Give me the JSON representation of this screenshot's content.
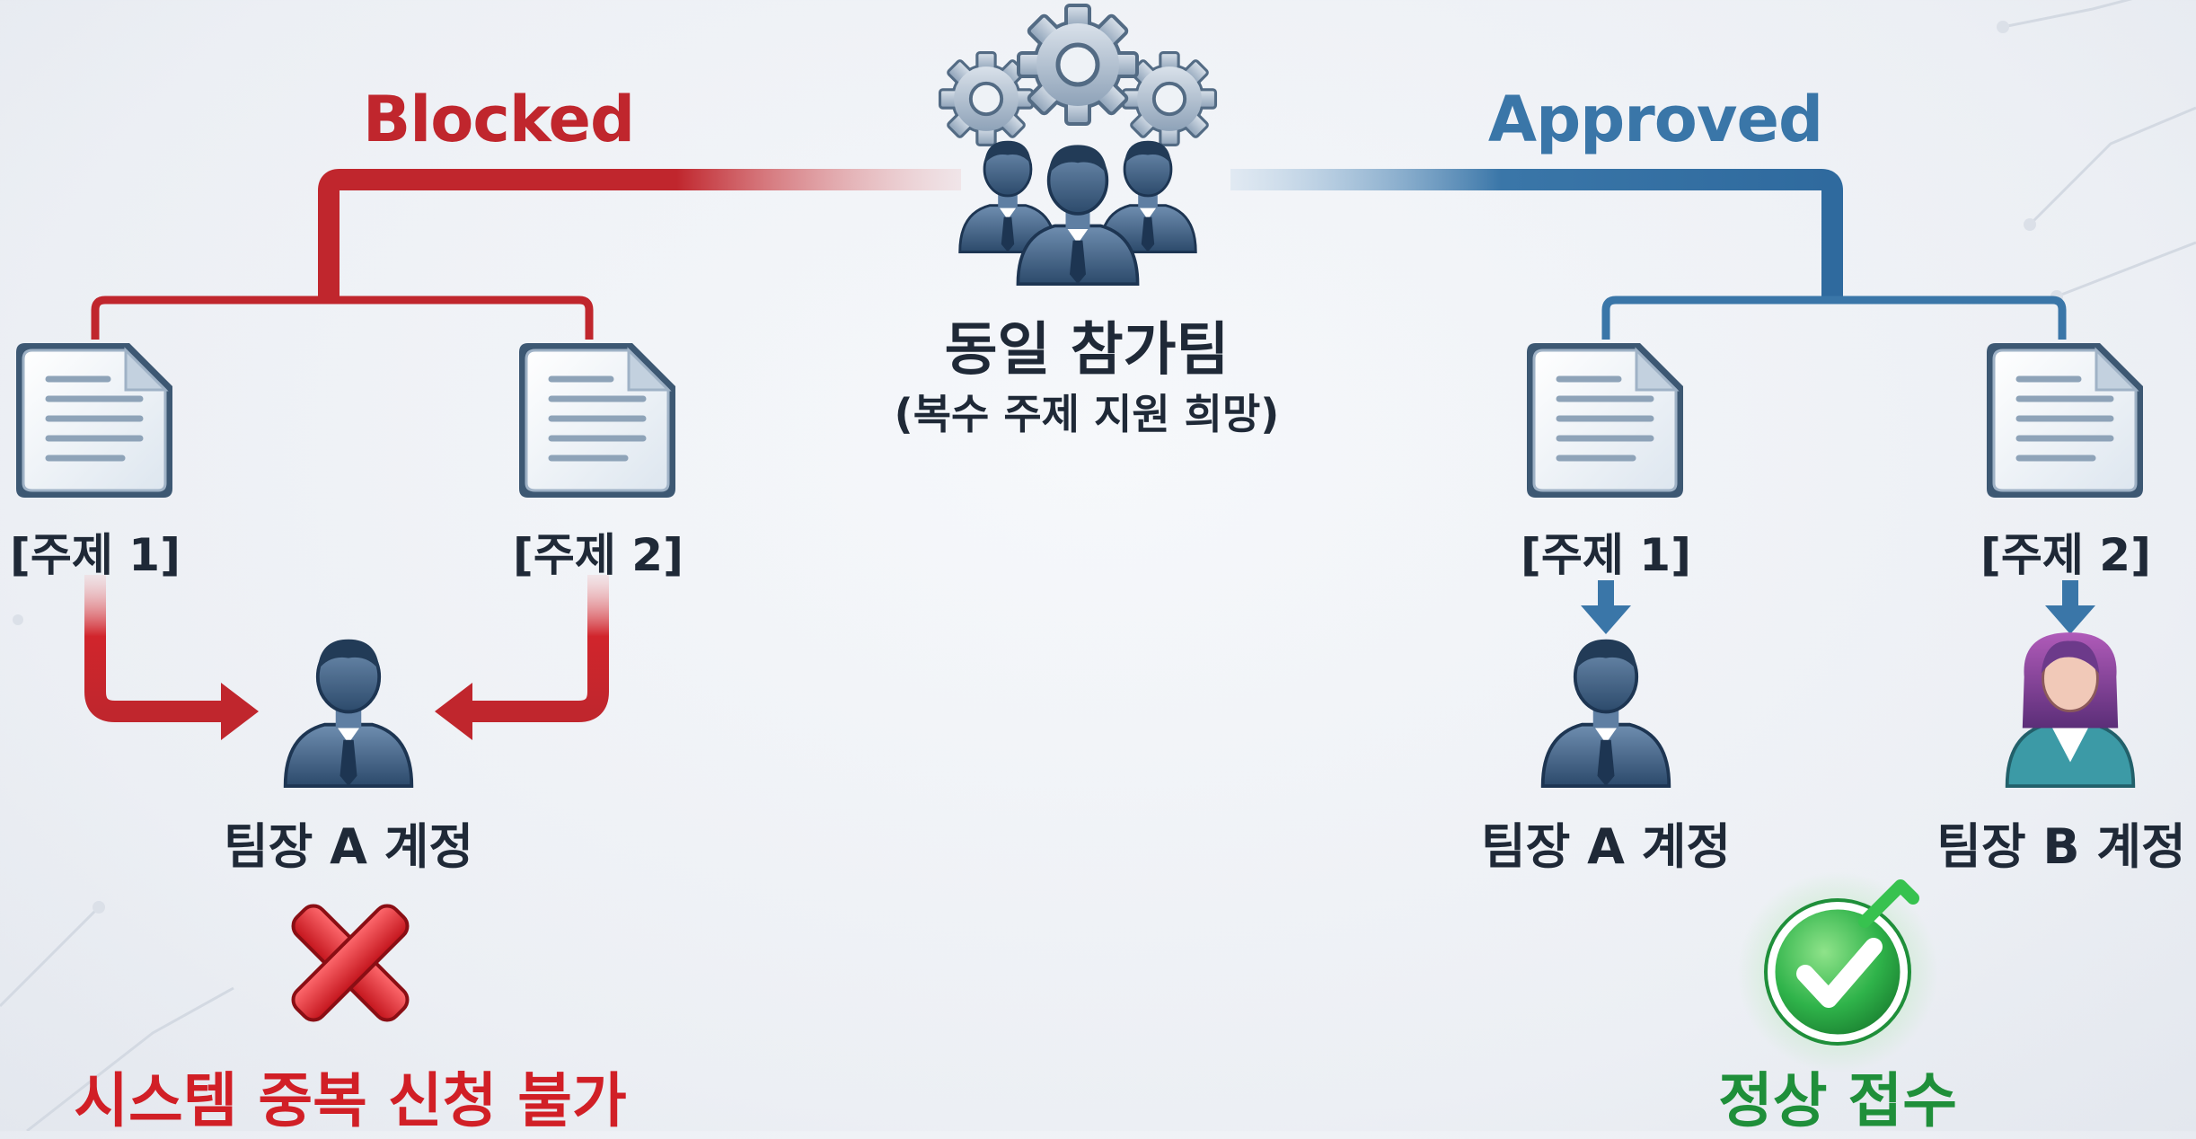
{
  "branches": {
    "blocked": "Blocked",
    "approved": "Approved"
  },
  "team": {
    "title": "동일 참가팀",
    "subtitle": "(복수 주제 지원 희망)"
  },
  "blocked_side": {
    "topics": [
      "[주제 1]",
      "[주제 2]"
    ],
    "account": "팀장 A 계정",
    "result": "시스템 중복 신청 불가"
  },
  "approved_side": {
    "topics": [
      "[주제 1]",
      "[주제 2]"
    ],
    "accounts": [
      "팀장 A 계정",
      "팀장 B 계정"
    ],
    "result": "정상 접수"
  },
  "colors": {
    "blocked": "#c0262d",
    "approved": "#3a76a8",
    "success": "#2fb34a",
    "icon_dark": "#2c4a6b",
    "icon_light": "#6f8eb0"
  },
  "icons": {
    "team": "team-gears-icon",
    "document": "document-icon",
    "person_male": "person-male-icon",
    "person_female": "person-female-icon",
    "fail": "cross-icon",
    "success": "check-icon"
  }
}
